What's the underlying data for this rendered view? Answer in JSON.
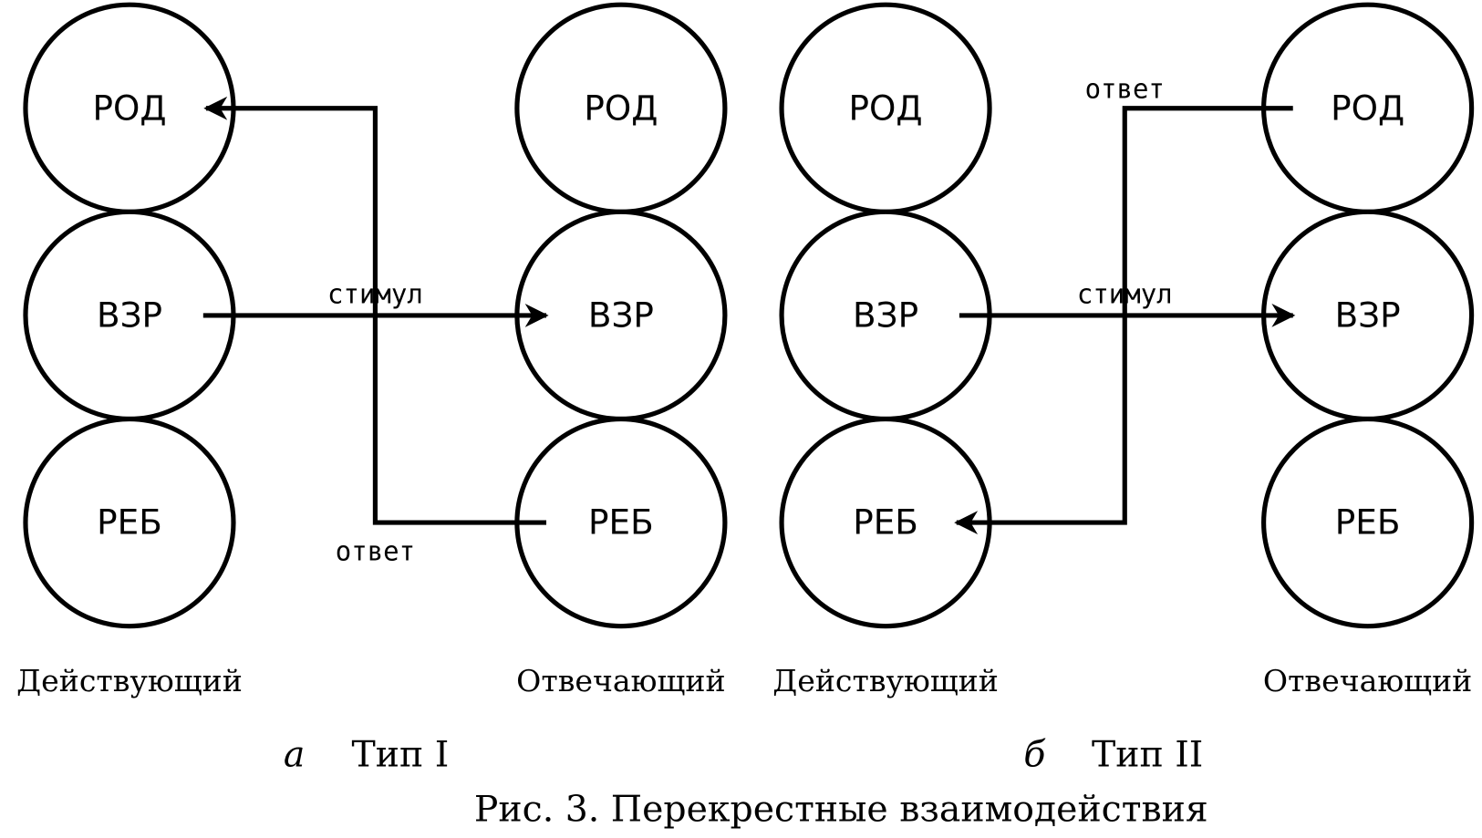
{
  "states": {
    "parent": "РОД",
    "adult": "ВЗР",
    "child": "РЕБ"
  },
  "roles": {
    "agent": "Действующий",
    "respondent": "Отвечающий"
  },
  "arrows": {
    "stimulus": "стимул",
    "response": "ответ"
  },
  "panels": [
    {
      "letter": "а",
      "type": "Тип I"
    },
    {
      "letter": "б",
      "type": "Тип II"
    }
  ],
  "caption": "Рис. 3. Перекрестные взаимодействия"
}
